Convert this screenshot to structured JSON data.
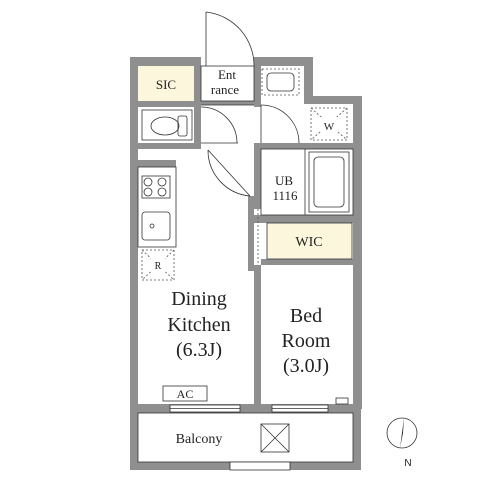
{
  "rooms": {
    "sic": "SIC",
    "entrance_1": "Ent",
    "entrance_2": "rance",
    "washer": "W",
    "ub_1": "UB",
    "ub_2": "1116",
    "wic": "WIC",
    "fridge": "R",
    "dining_1": "Dining",
    "dining_2": "Kitchen",
    "dining_3": "(6.3J)",
    "bed_1": "Bed",
    "bed_2": "Room",
    "bed_3": "(3.0J)",
    "ac": "AC",
    "balcony": "Balcony"
  },
  "compass": {
    "north": "N"
  },
  "colors": {
    "wall": "#8f8f8f",
    "storage_fill": "#fbf6dc",
    "line": "#333333"
  }
}
